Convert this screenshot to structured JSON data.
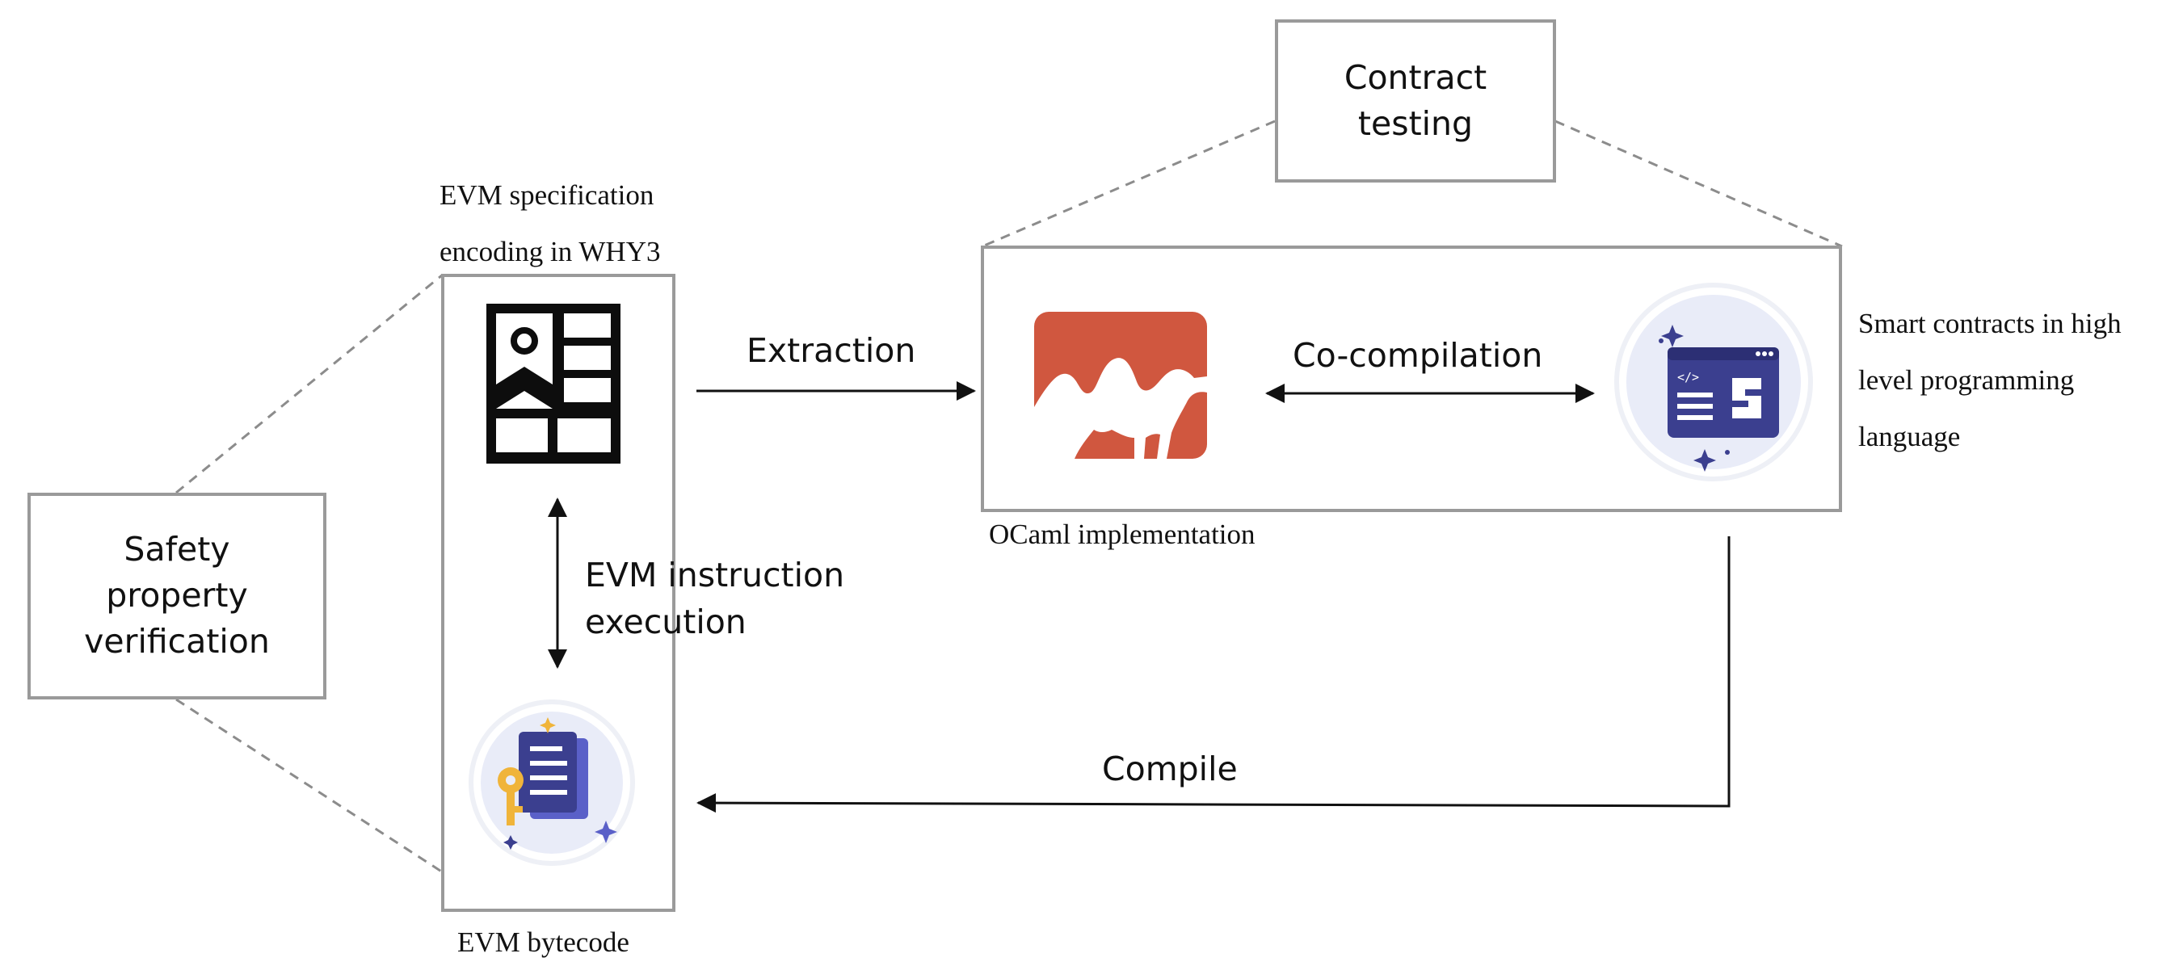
{
  "boxes": {
    "safety": {
      "lines": [
        "Safety",
        "property",
        "verification"
      ]
    },
    "contract_testing": {
      "lines": [
        "Contract",
        "testing"
      ]
    }
  },
  "nodes": {
    "evm_spec": {
      "lines": [
        "EVM specification",
        "encoding in WHY3"
      ],
      "icon": "spec-grid-icon"
    },
    "evm_bytecode": {
      "label": "EVM bytecode",
      "icon": "document-key-icon"
    },
    "ocaml": {
      "label": "OCaml implementation",
      "icon": "ocaml-camel-icon"
    },
    "smart_contracts": {
      "lines": [
        "Smart contracts in high",
        "level programming",
        "language"
      ],
      "icon": "code-window-icon"
    }
  },
  "edges": {
    "extraction": "Extraction",
    "co_compilation": "Co-compilation",
    "evm_execution": [
      "EVM instruction",
      "execution"
    ],
    "compile": "Compile"
  },
  "colors": {
    "box_border": "#9a9a9a",
    "dashed_line": "#8c8c8c",
    "arrow": "#111111",
    "ocaml_orange": "#d0573f",
    "icon_navy": "#3b3f8f",
    "icon_circle": "#e9ecf8",
    "key_gold": "#f0b43a"
  }
}
